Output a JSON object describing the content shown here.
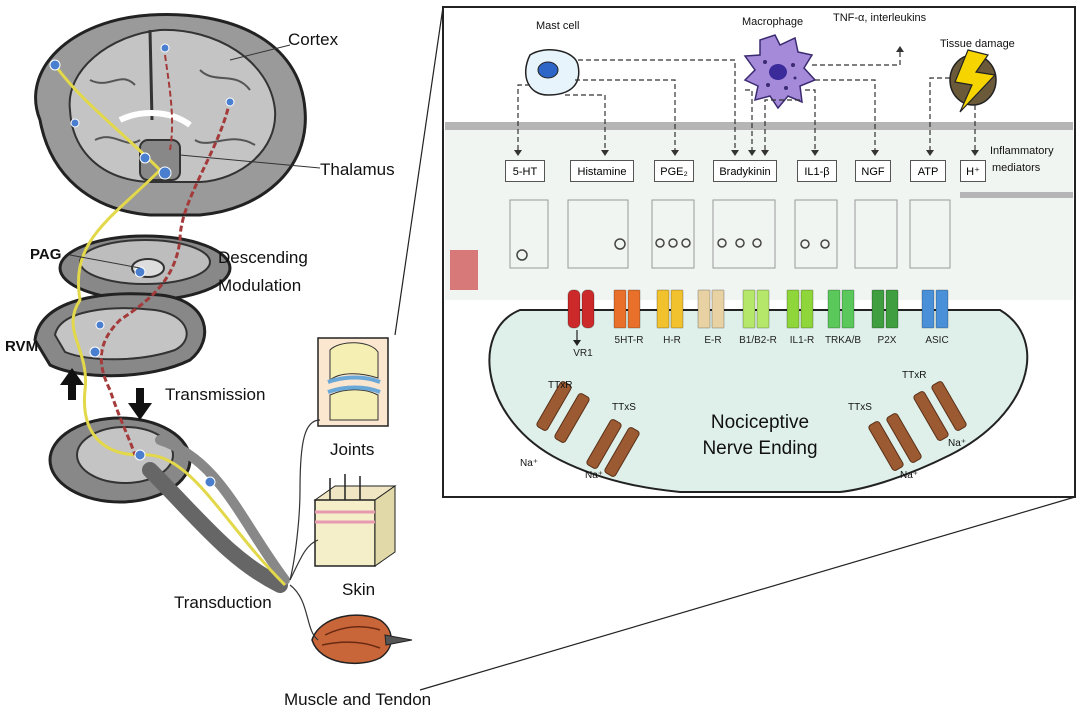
{
  "left_labels": {
    "cortex": "Cortex",
    "thalamus": "Thalamus",
    "pag": "PAG",
    "descending_1": "Descending",
    "descending_2": "Modulation",
    "rvm": "RVM",
    "transmission": "Transmission",
    "joints": "Joints",
    "skin": "Skin",
    "transduction": "Transduction",
    "muscle": "Muscle and Tendon"
  },
  "inset": {
    "mast_cell": "Mast cell",
    "macrophage": "Macrophage",
    "tnf": "TNF-α, interleukins",
    "tissue_damage": "Tissue damage",
    "inflammatory_1": "Inflammatory",
    "inflammatory_2": "mediators",
    "mediators": [
      "5-HT",
      "Histamine",
      "PGE₂",
      "Bradykinin",
      "IL1-β",
      "NGF",
      "ATP",
      "H⁺"
    ],
    "receptors": [
      "VR1",
      "5HT-R",
      "H-R",
      "E-R",
      "B1/B2-R",
      "IL1-R",
      "TRKA/B",
      "P2X",
      "ASIC"
    ],
    "title_1": "Nociceptive",
    "title_2": "Nerve Ending",
    "ttxr_left": "TTxR",
    "ttxs_left": "TTxS",
    "na_left_1": "Na⁺",
    "na_left_2": "Na⁺",
    "ttxr_right": "TTxR",
    "ttxs_right": "TTxS",
    "na_right_1": "Na⁺",
    "na_right_2": "Na⁺"
  },
  "colors": {
    "receptors": [
      "#cc2a2a",
      "#e8702a",
      "#f2c12e",
      "#e8d2a4",
      "#b5e86a",
      "#8fd63a",
      "#5ac85a",
      "#3f9e3f",
      "#4a90d9"
    ],
    "membrane": "#dff0ea",
    "channel": "#9b5a32",
    "brain_fill": "#9a9a9a",
    "ascending": "#e2d84a",
    "descending": "#a43a3a"
  }
}
